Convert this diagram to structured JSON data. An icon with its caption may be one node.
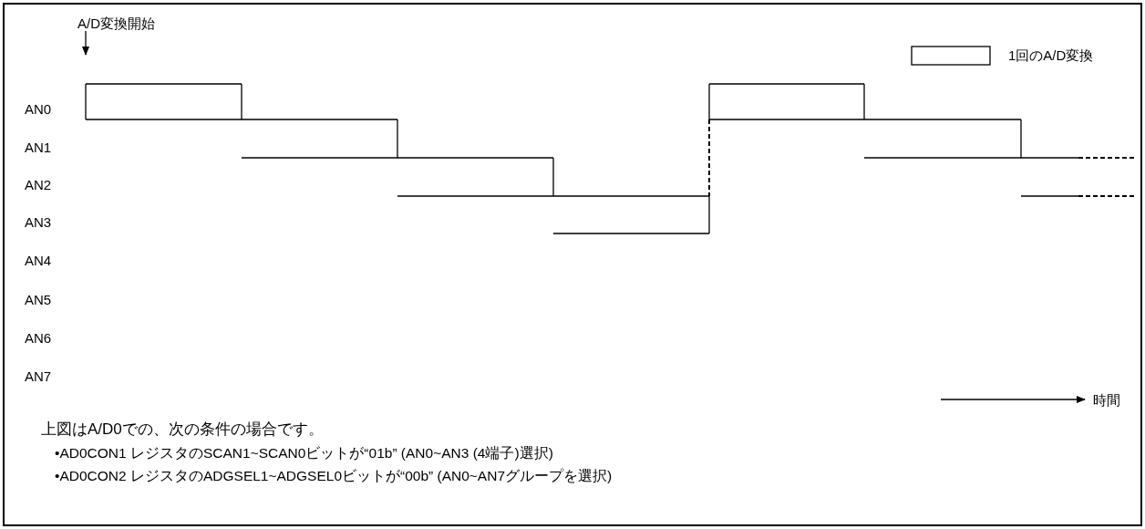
{
  "diagram": {
    "labels": [
      "A/D変換開始",
      "AN0",
      "AN1",
      "AN2",
      "AN3",
      "AN4",
      "AN5",
      "AN6",
      "AN7",
      "時間",
      "上図はA/D0での、次の条件の場合です。",
      "•AD0CON1 レジスタのSCAN1~SCAN0ビットが“01b” (AN0~AN3 (4端子)選択)",
      "•AD0CON2 レジスタのADGSEL1~ADGSEL0ビットが“00b” (AN0~AN7グループを選択)"
    ],
    "legend": [
      {
        "text": "1回のA/D変換"
      }
    ]
  }
}
